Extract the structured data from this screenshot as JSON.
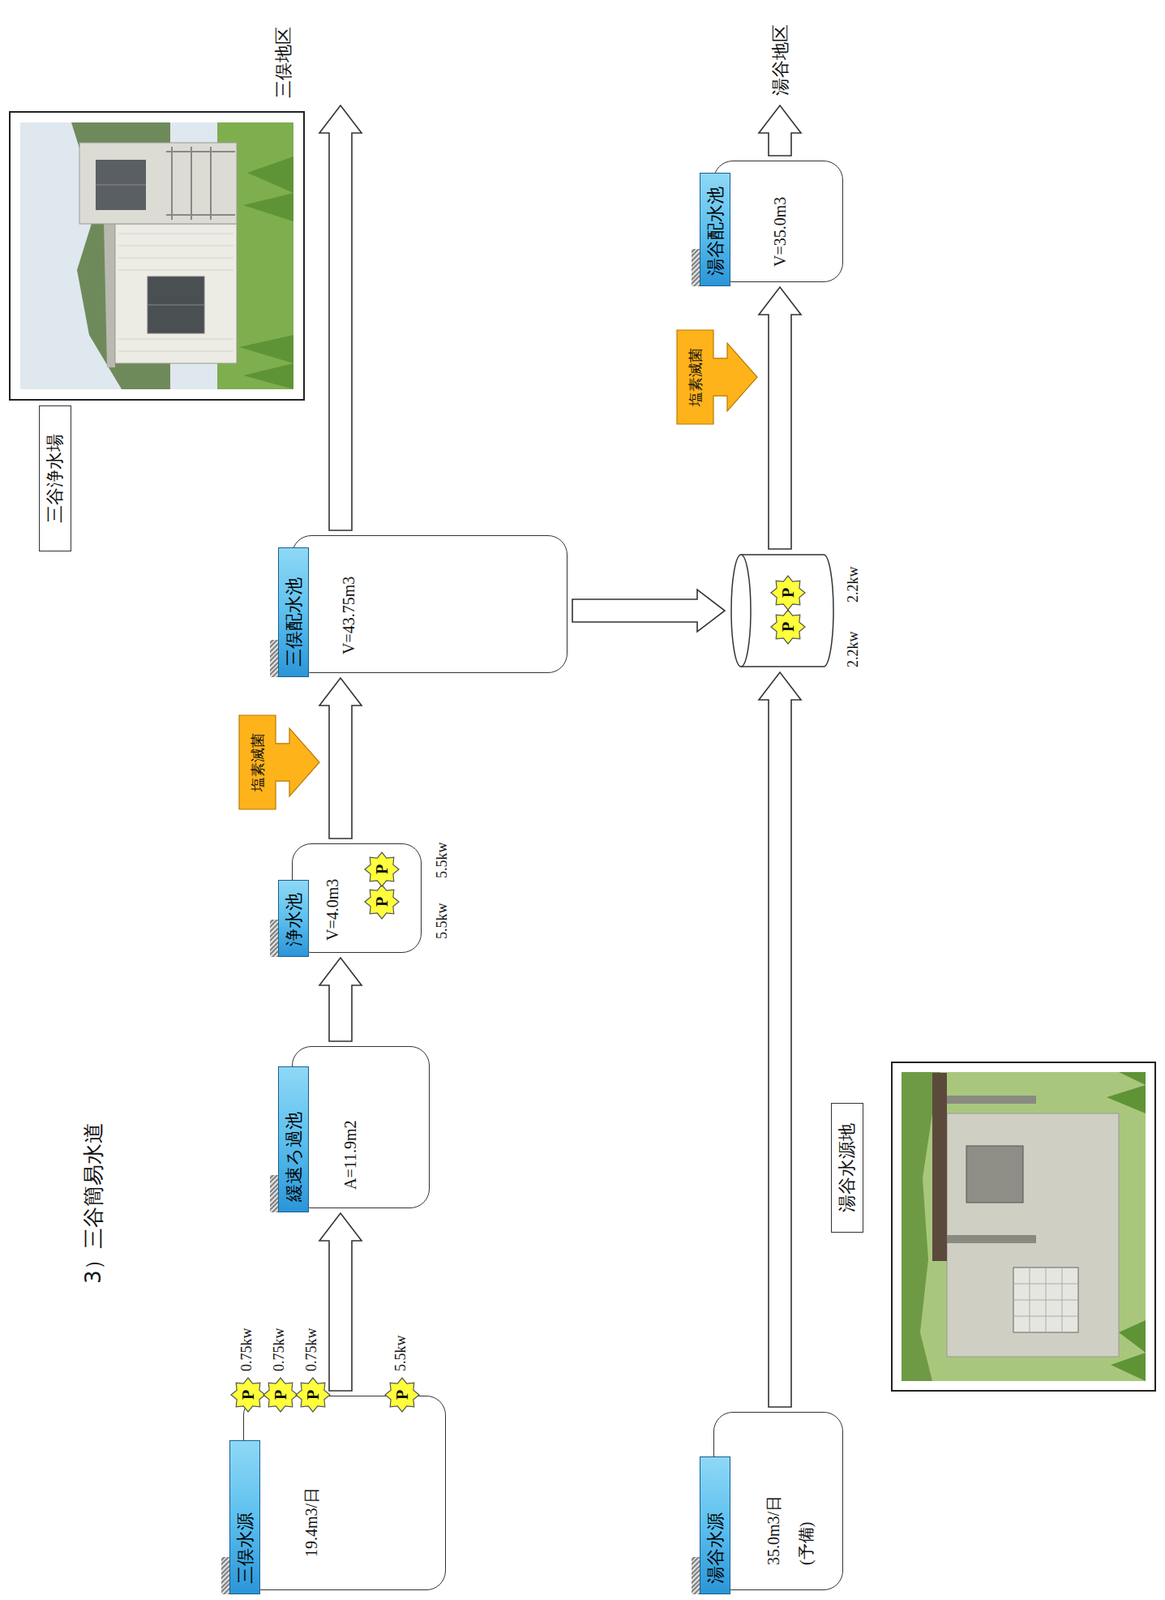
{
  "diagram": {
    "title": "3）三谷簡易水道",
    "nodes": [
      {
        "text": [
          "三俣水源",
          "19.4m3/日"
        ]
      },
      {
        "text": [
          "P"
        ],
        "in": 0
      },
      {
        "text": [
          "P"
        ],
        "in": 0
      },
      {
        "text": [
          "P"
        ],
        "in": 0
      },
      {
        "text": [
          "P"
        ],
        "in": 0
      },
      {
        "text": [
          "緩速ろ過池",
          "A=11.9m2"
        ]
      },
      {
        "text": [
          "浄水池",
          "V=4.0m3"
        ]
      },
      {
        "text": [
          "P"
        ],
        "in": 6
      },
      {
        "text": [
          "P"
        ],
        "in": 6
      },
      {
        "text": [
          "塩素滅菌"
        ]
      },
      {
        "text": [
          "三俣配水池",
          "V=43.75m3"
        ]
      },
      {
        "text": []
      },
      {
        "text": [
          "P"
        ],
        "in": 11
      },
      {
        "text": [
          "P"
        ],
        "in": 11
      },
      {
        "text": [
          "塩素滅菌"
        ]
      },
      {
        "text": [
          "湯谷配水池",
          "V=35.0m3"
        ]
      },
      {
        "text": [
          "湯谷水源",
          "35.0m3/日",
          "(予備)"
        ]
      },
      {
        "text": [
          "三谷浄水場"
        ]
      },
      {
        "text": [
          "湯谷水源地"
        ]
      }
    ],
    "edges": [
      {
        "from": 0,
        "to": 5,
        "arrow": "to"
      },
      {
        "from": 5,
        "to": 6,
        "arrow": "to"
      },
      {
        "from": 6,
        "to": 10,
        "arrow": "to"
      },
      {
        "from": 10,
        "to": 11,
        "arrow": "to"
      },
      {
        "from": 16,
        "to": 11,
        "arrow": "to"
      },
      {
        "from": 11,
        "to": 15,
        "arrow": "to"
      }
    ],
    "labels": [
      "0.75kw",
      "0.75kw",
      "0.75kw",
      "5.5kw",
      "5.5kw",
      "5.5kw",
      "2.2kw",
      "2.2kw",
      "三俣地区",
      "湯谷地区"
    ]
  }
}
